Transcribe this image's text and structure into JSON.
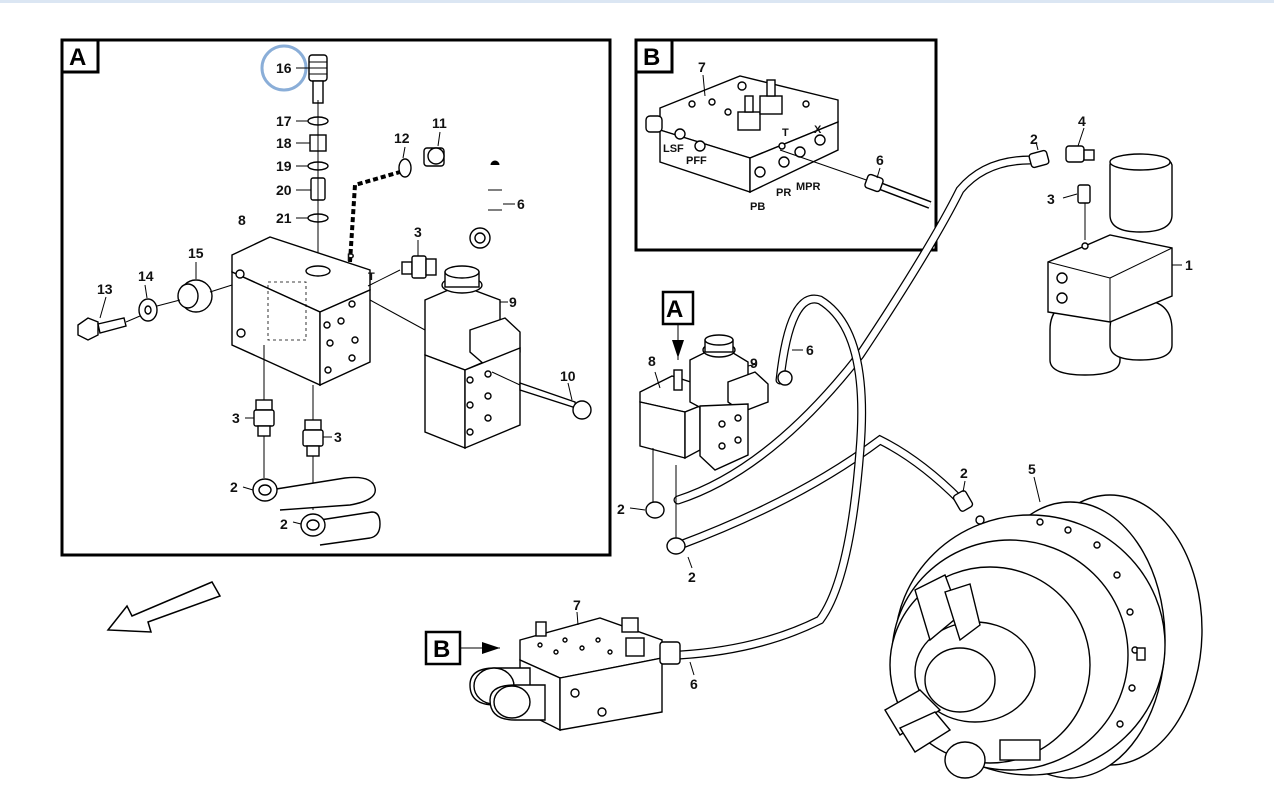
{
  "views": {
    "A": {
      "title": "A"
    },
    "B": {
      "title": "B"
    }
  },
  "callouts": {
    "A": {
      "title": "A"
    },
    "B": {
      "title": "B"
    }
  },
  "highlight": {
    "label": "16",
    "color": "#8aaed8"
  },
  "viewA_labels": {
    "p16": "16",
    "p17": "17",
    "p18": "18",
    "p19": "19",
    "p20": "20",
    "p21": "21",
    "p12": "12",
    "p11": "11",
    "p6": "6",
    "p8": "8",
    "p3a": "3",
    "p15": "15",
    "p14": "14",
    "p13": "13",
    "p9": "9",
    "p10": "10",
    "p3b": "3",
    "p3c": "3",
    "p2a": "2",
    "p2b": "2"
  },
  "viewA_ports": {
    "P": "P",
    "T": "T"
  },
  "viewB_labels": {
    "p7": "7",
    "p6": "6"
  },
  "viewB_ports": {
    "LSF": "LSF",
    "PFF": "PFF",
    "T": "T",
    "X": "X",
    "PB": "PB",
    "PR": "PR",
    "MPR": "MPR"
  },
  "main_labels": {
    "p2": "2",
    "p4": "4",
    "p3": "3",
    "p1": "1",
    "p8": "8",
    "p9": "9",
    "p6": "6",
    "p2b": "2",
    "p2c": "2",
    "p2d": "2",
    "p5": "5",
    "p7": "7",
    "p6b": "6"
  }
}
